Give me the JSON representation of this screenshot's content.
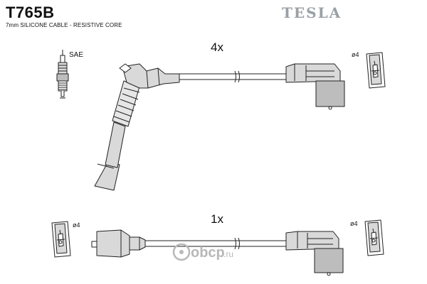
{
  "header": {
    "part_number": "T765B",
    "cable_spec": "7mm SILICONE CABLE - RESISTIVE CORE",
    "brand": "TESLA"
  },
  "labels": {
    "spark_plug": "SAE",
    "qty_top": "4x",
    "qty_bottom": "1x",
    "diameter_top_right": "ø4",
    "diameter_bottom_left": "ø4",
    "diameter_bottom_right": "ø4"
  },
  "watermark": {
    "brand": "obcp",
    "domain": ".ru"
  },
  "colors": {
    "line": "#222222",
    "fill": "#d9d9d9",
    "fill_dark": "#bdbdbd",
    "watermark": "#b8b8b8",
    "brand": "#9aa0a6"
  }
}
